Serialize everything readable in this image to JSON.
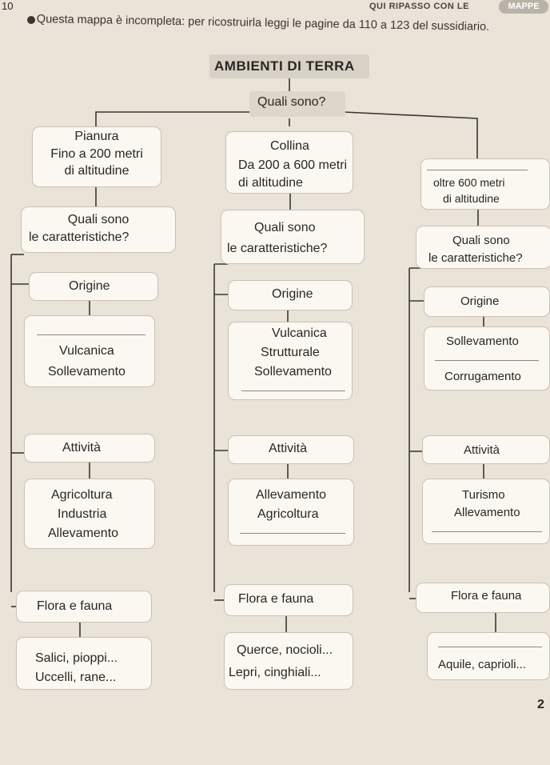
{
  "header": {
    "page_num": "10",
    "badge_prefix": "QUI RIPASSO CON LE",
    "badge_word": "MAPPE",
    "instruction": "Questa mappa è incompleta: per ricostruirla leggi le pagine da 110 a 123 del sussidiario."
  },
  "map": {
    "title": "AMBIENTI DI TERRA",
    "question": "Quali sono?",
    "columns": [
      {
        "name": "Pianura",
        "altitude": [
          "Fino a 200 metri",
          "di altitudine"
        ],
        "q": [
          "Quali sono",
          "le caratteristiche?"
        ],
        "origin_label": "Origine",
        "origins": [
          "",
          "Vulcanica",
          "Sollevamento"
        ],
        "activity_label": "Attività",
        "activities": [
          "Agricoltura",
          "Industria",
          "Allevamento"
        ],
        "flora_label": "Flora e fauna",
        "flora": [
          "Salici, pioppi...",
          "Uccelli, rane..."
        ]
      },
      {
        "name": "Collina",
        "altitude": [
          "Da 200 a 600 metri",
          "di altitudine"
        ],
        "q": [
          "Quali sono",
          "le caratteristiche?"
        ],
        "origin_label": "Origine",
        "origins": [
          "Vulcanica",
          "Strutturale",
          "Sollevamento",
          ""
        ],
        "activity_label": "Attività",
        "activities": [
          "Allevamento",
          "Agricoltura",
          ""
        ],
        "flora_label": "Flora e fauna",
        "flora": [
          "Querce, nocioli...",
          "Lepri, cinghiali..."
        ]
      },
      {
        "name": "",
        "altitude": [
          "oltre 600 metri",
          "di altitudine"
        ],
        "q": [
          "Quali sono",
          "le caratteristiche?"
        ],
        "origin_label": "Origine",
        "origins": [
          "Sollevamento",
          "",
          "Corrugamento"
        ],
        "activity_label": "Attività",
        "activities": [
          "Turismo",
          "Allevamento",
          ""
        ],
        "flora_label": "Flora e fauna",
        "flora": [
          "",
          "Aquile, caprioli..."
        ]
      }
    ]
  },
  "footer": {
    "page_mark": "2"
  },
  "colors": {
    "badge_bg": "#b9b2a7",
    "box_bg": "#fbf8f2",
    "line": "#3b3733",
    "paper": "#e9e3d8"
  }
}
